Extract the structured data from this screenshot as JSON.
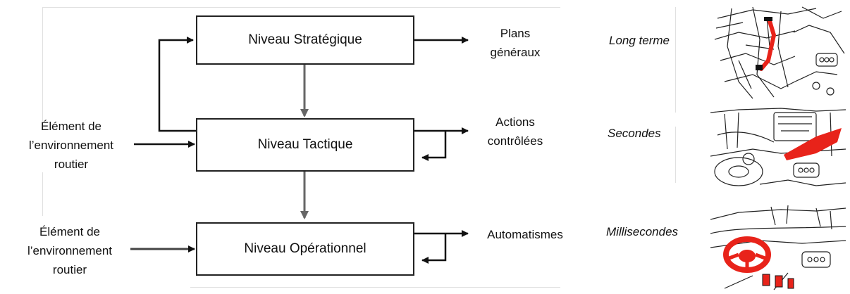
{
  "levels": {
    "strategic": "Niveau Stratégique",
    "tactical": "Niveau Tactique",
    "operational": "Niveau Opérationnel"
  },
  "inputs": {
    "tactical": [
      "Élément de",
      "l’environnement",
      "routier"
    ],
    "operational": [
      "Élément de",
      "l’environnement",
      "routier"
    ]
  },
  "outputs": {
    "strategic": [
      "Plans",
      "généraux"
    ],
    "tactical": [
      "Actions",
      "contrôlées"
    ],
    "operational": [
      "Automatismes"
    ]
  },
  "timescales": {
    "strategic": "Long terme",
    "tactical": "Secondes",
    "operational": "Millisecondes"
  },
  "illustrations": {
    "strategic": "road-map-sketch-with-red-route",
    "tactical": "car-interior-sketch-with-red-road-zone",
    "operational": "car-interior-sketch-with-red-steering-wheel-and-pedals"
  },
  "colors": {
    "highlight": "#e8231a",
    "line": "#111111",
    "gray-arrow": "#666666"
  }
}
